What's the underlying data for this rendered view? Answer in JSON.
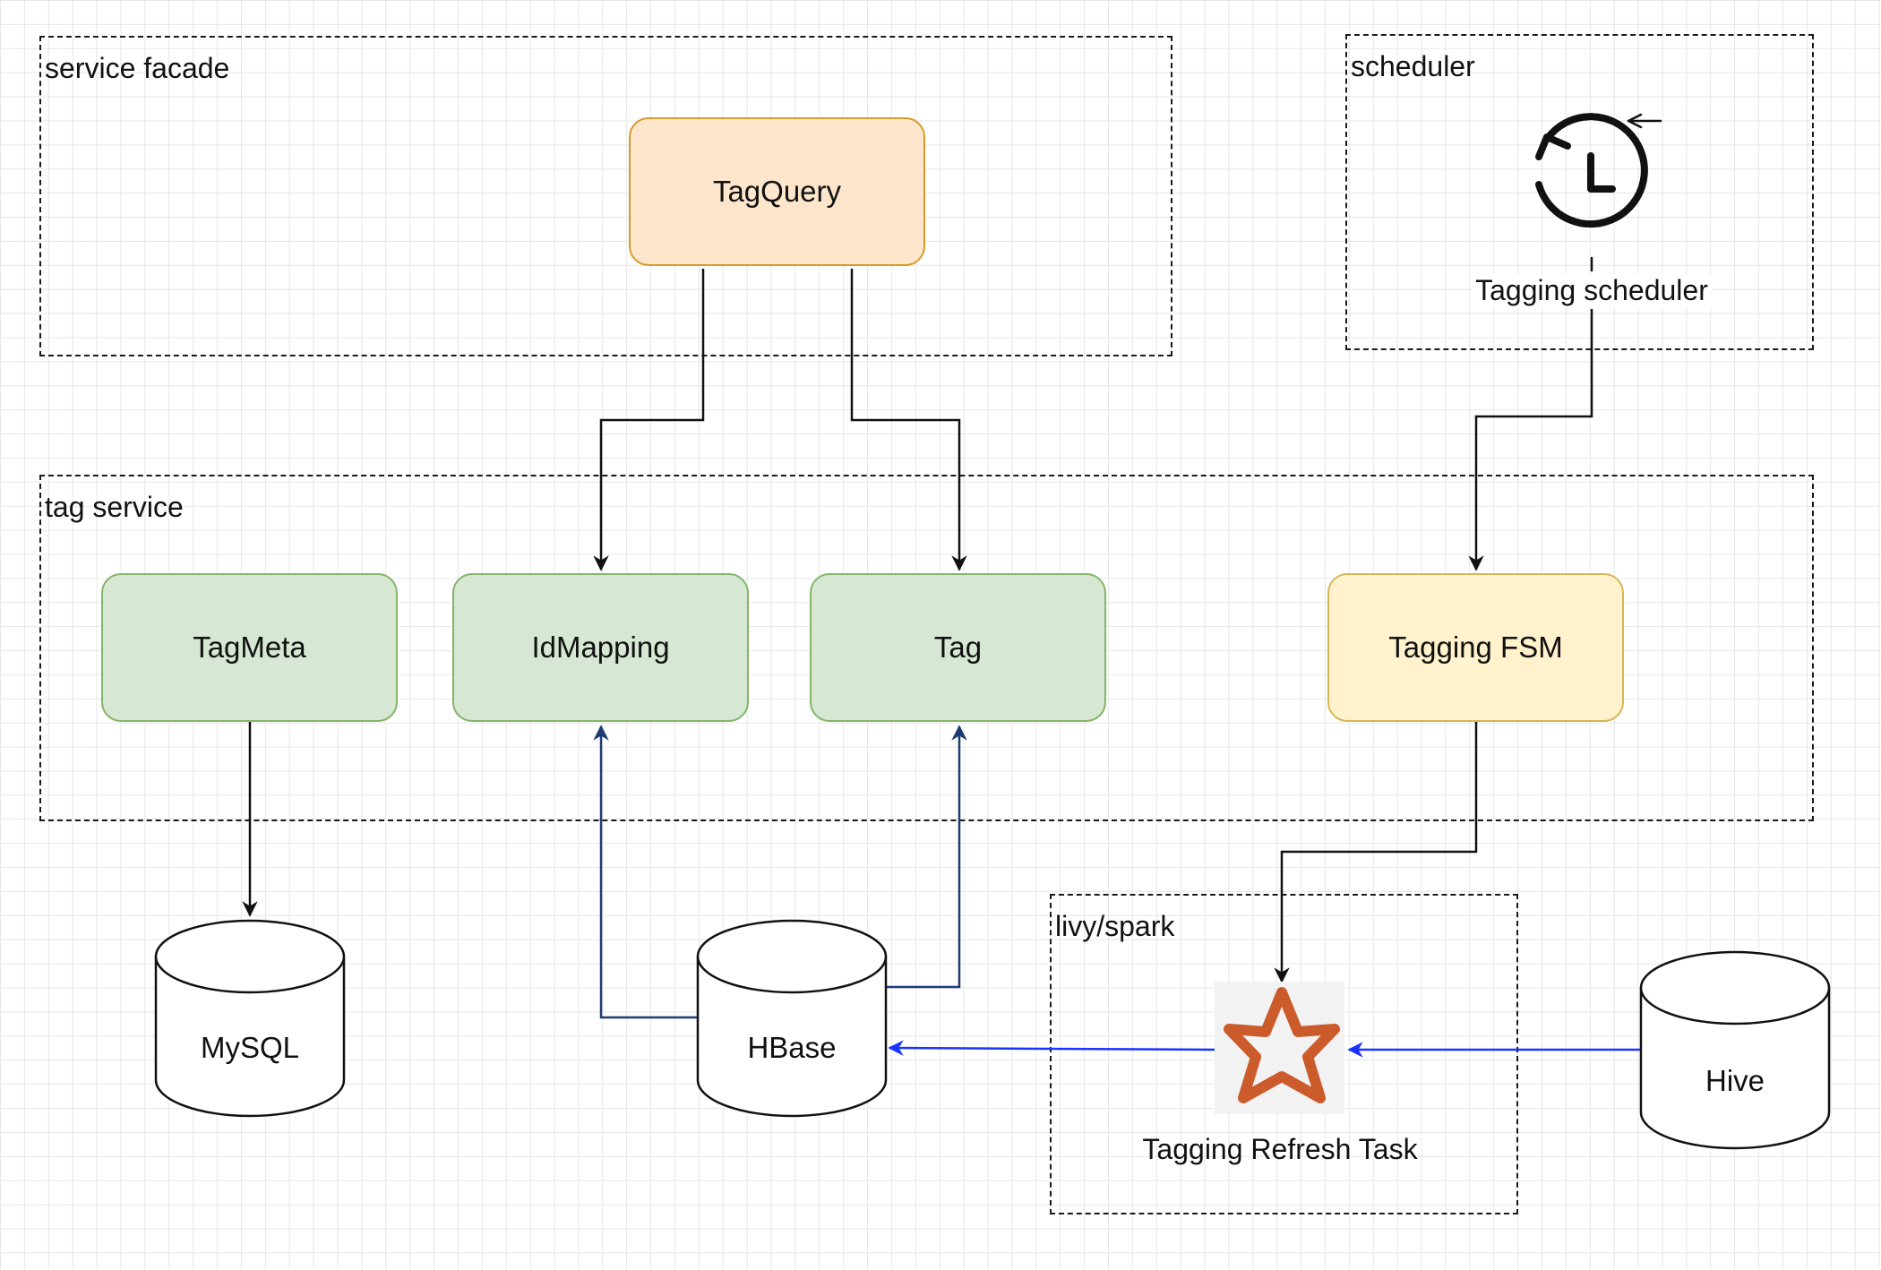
{
  "groups": {
    "service_facade": "service facade",
    "scheduler": "scheduler",
    "tag_service": "tag service",
    "livy_spark": "livy/spark"
  },
  "nodes": {
    "tag_query": "TagQuery",
    "tag_meta": "TagMeta",
    "id_mapping": "IdMapping",
    "tag": "Tag",
    "tagging_fsm": "Tagging FSM"
  },
  "databases": {
    "mysql": "MySQL",
    "hbase": "HBase",
    "hive": "Hive"
  },
  "captions": {
    "tagging_scheduler": "Tagging scheduler",
    "tagging_refresh_task": "Tagging Refresh Task"
  },
  "icons": {
    "scheduler": "clock-history-icon",
    "refresh_task": "star-outline-icon"
  },
  "colors": {
    "orange_fill": "#fde6cc",
    "green_fill": "#d6e8d4",
    "yellow_fill": "#fff2cc",
    "blue_edge": "#1a33ff",
    "navy_edge": "#1f3b73",
    "star": "#cc5b2c"
  }
}
